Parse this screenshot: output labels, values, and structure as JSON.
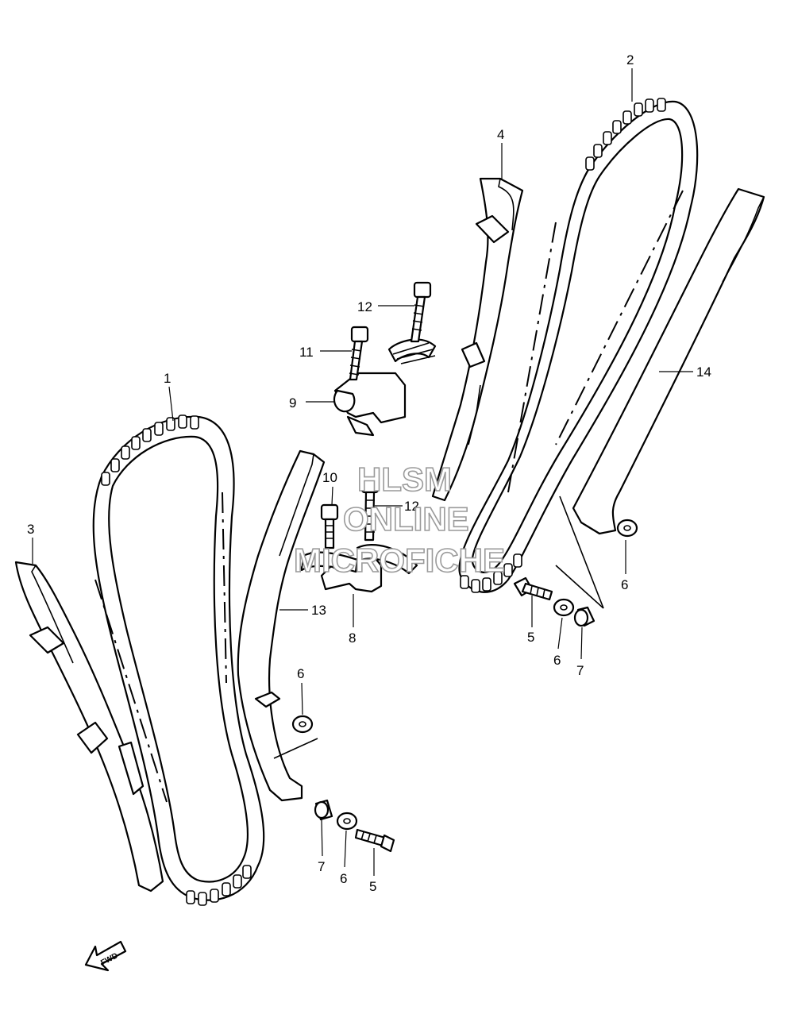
{
  "callouts": [
    {
      "id": "c1",
      "label": "1"
    },
    {
      "id": "c2",
      "label": "2"
    },
    {
      "id": "c3",
      "label": "3"
    },
    {
      "id": "c4",
      "label": "4"
    },
    {
      "id": "c5a",
      "label": "5"
    },
    {
      "id": "c5b",
      "label": "5"
    },
    {
      "id": "c6a",
      "label": "6"
    },
    {
      "id": "c6b",
      "label": "6"
    },
    {
      "id": "c6c",
      "label": "6"
    },
    {
      "id": "c6d",
      "label": "6"
    },
    {
      "id": "c7a",
      "label": "7"
    },
    {
      "id": "c7b",
      "label": "7"
    },
    {
      "id": "c8",
      "label": "8"
    },
    {
      "id": "c9",
      "label": "9"
    },
    {
      "id": "c10",
      "label": "10"
    },
    {
      "id": "c11",
      "label": "11"
    },
    {
      "id": "c12a",
      "label": "12"
    },
    {
      "id": "c12b",
      "label": "12"
    },
    {
      "id": "c13",
      "label": "13"
    },
    {
      "id": "c14",
      "label": "14"
    }
  ],
  "watermark": {
    "line1": "HLSM",
    "line2": "ONLINE",
    "line3": "MICROFICHE"
  },
  "fwd_arrow": {
    "label": "FWD"
  }
}
